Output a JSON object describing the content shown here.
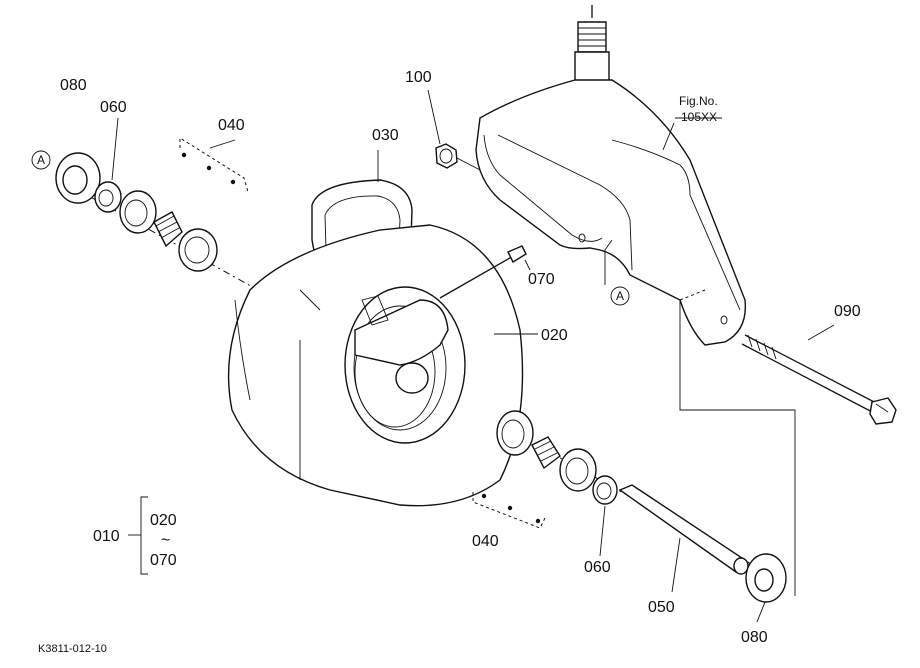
{
  "figure_code": "K3811-012-10",
  "reference": {
    "prefix": "Fig.No.",
    "number": "105XX"
  },
  "callout_letter": "A",
  "assembly": {
    "main": "010",
    "from": "020",
    "tilde": "~",
    "to": "070"
  },
  "labels": {
    "p080_top": "080",
    "p060_top": "060",
    "p040_top": "040",
    "p030": "030",
    "p100": "100",
    "p070": "070",
    "p020": "020",
    "p090": "090",
    "p040_bottom": "040",
    "p060_bottom": "060",
    "p050": "050",
    "p080_bottom": "080"
  }
}
